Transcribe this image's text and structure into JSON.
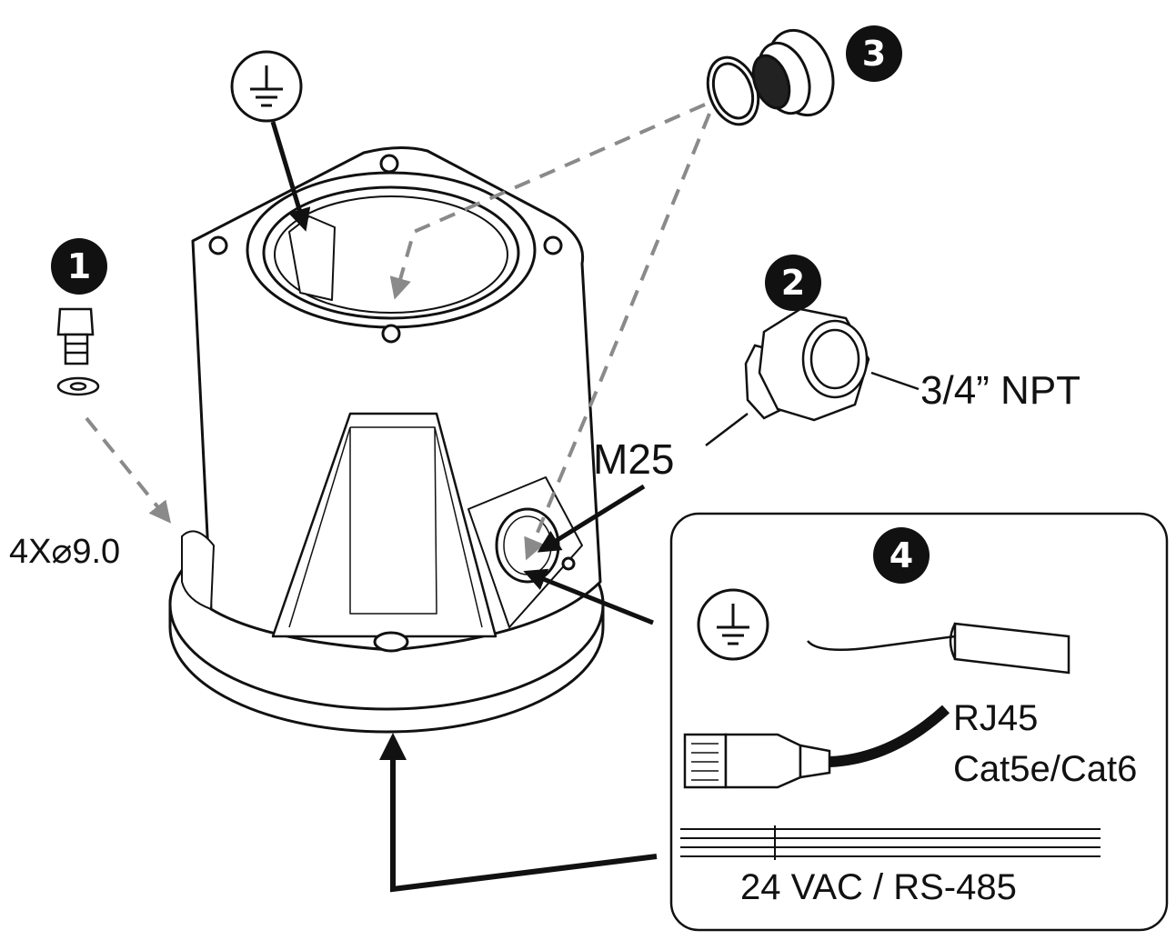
{
  "badges": {
    "b1": "1",
    "b2": "2",
    "b3": "3",
    "b4": "4"
  },
  "labels": {
    "bolt_holes": "4X⌀9.0",
    "conduit_thread": "3/4” NPT",
    "cable_entry": "M25",
    "ethernet_connector": "RJ45",
    "ethernet_cable": "Cat5e/Cat6",
    "power_wires": "24 VAC / RS-485"
  },
  "colors": {
    "line": "#111111",
    "dashed_arrow": "#8a8a8a",
    "background": "#ffffff"
  },
  "icons": [
    "ground-symbol-icon",
    "bolt-washer-icon",
    "conduit-fitting-icon",
    "plug-oring-icon",
    "ethernet-plug-icon"
  ]
}
